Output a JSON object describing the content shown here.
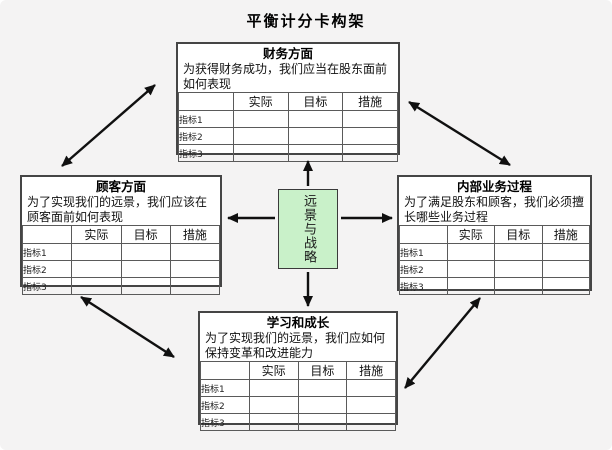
{
  "title": "平衡计分卡构架",
  "colors": {
    "background": "#f4f3f3",
    "box_fill": "#ffffff",
    "box_border": "#454545",
    "center_fill": "#c9f1c9",
    "arrow": "#101010"
  },
  "center": {
    "label": "远景与战略"
  },
  "boxes": {
    "financial": {
      "title": "财务方面",
      "desc": "为获得财务成功，我们应当在股东面前如何表现",
      "headers": [
        "实际",
        "目标",
        "措施"
      ],
      "rows": [
        "指标1",
        "指标2",
        "指标3"
      ]
    },
    "customer": {
      "title": "顾客方面",
      "desc": "为了实现我们的远景，我们应该在顾客面前如何表现",
      "headers": [
        "实际",
        "目标",
        "措施"
      ],
      "rows": [
        "指标1",
        "指标2",
        "指标3"
      ]
    },
    "internal": {
      "title": "内部业务过程",
      "desc": "为了满足股东和顾客，我们必须擅长哪些业务过程",
      "headers": [
        "实际",
        "目标",
        "措施"
      ],
      "rows": [
        "指标1",
        "指标2",
        "指标3"
      ]
    },
    "learning": {
      "title": "学习和成长",
      "desc": "为了实现我们的远景，我们应如何保持变革和改进能力",
      "headers": [
        "实际",
        "目标",
        "措施"
      ],
      "rows": [
        "指标1",
        "指标2",
        "指标3"
      ]
    }
  }
}
